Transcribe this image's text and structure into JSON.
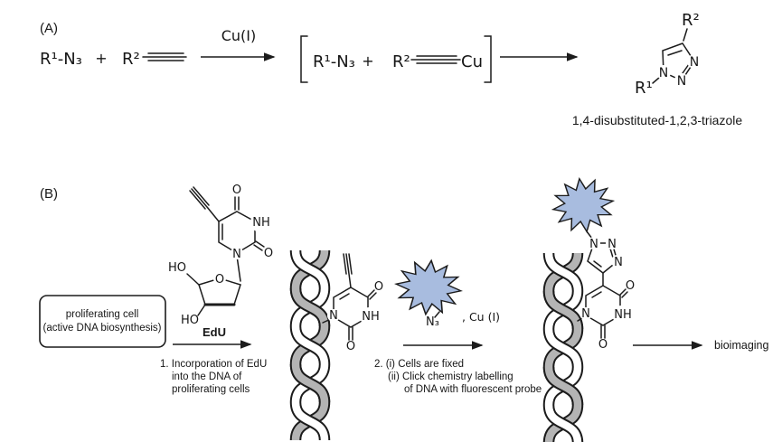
{
  "panel_a": {
    "label": "(A)",
    "azide": "R¹-N₃",
    "plus": "+",
    "alkyne": "R²",
    "catalyst": "Cu(I)",
    "intermediate": {
      "azide": "R¹-N₃",
      "plus": "+",
      "alkyne": "R²",
      "copper": "Cu"
    },
    "product": {
      "r1": "R¹",
      "r2": "R²",
      "caption": "1,4-disubstituted-1,2,3-triazole"
    }
  },
  "panel_b": {
    "label": "(B)",
    "cell_box": {
      "line1": "proliferating cell",
      "line2": "(active DNA biosynthesis)"
    },
    "edu_label": "EdU",
    "step1": {
      "line1": "1. Incorporation of EdU",
      "line2": "into the DNA of",
      "line3": "proliferating cells"
    },
    "azide_label": "N₃",
    "copper_label": ", Cu (I)",
    "step2": {
      "line1": "2. (i) Cells are fixed",
      "line2": "(ii) Click chemistry labelling",
      "line3": "of DNA with fluorescent probe"
    },
    "result_label": "bioimaging"
  },
  "atoms": {
    "n": "N",
    "nh": "NH",
    "o": "O",
    "ho": "HO"
  },
  "colors": {
    "star_fill": "#a8bcdf",
    "helix_gray": "#b4b4b4",
    "ink": "#1c1c1c"
  }
}
